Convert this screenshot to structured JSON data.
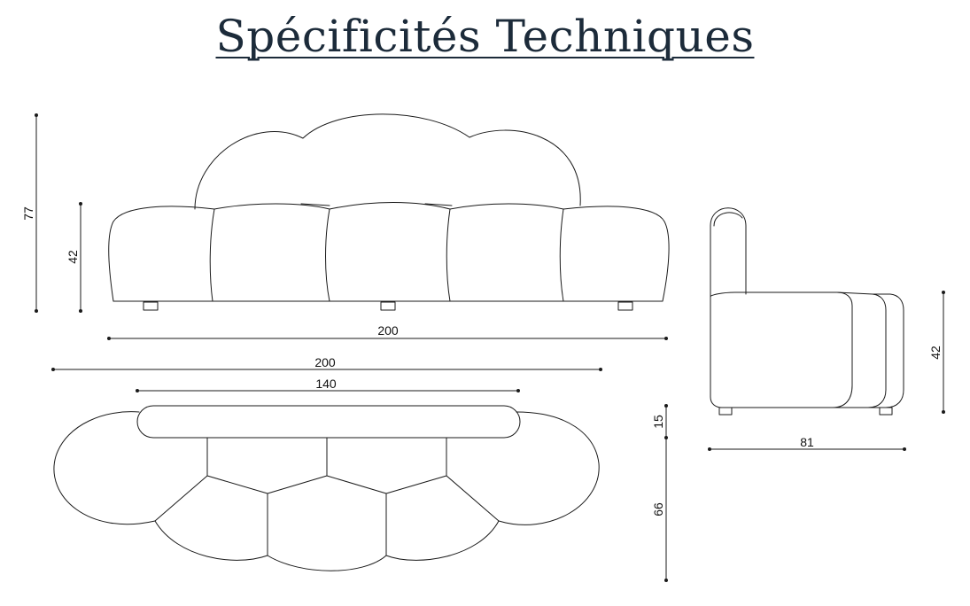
{
  "title": "Spécificités Techniques",
  "front_view": {
    "total_height": "77",
    "seat_height": "42",
    "width": "200"
  },
  "top_view": {
    "overall_width": "200",
    "backrest_width": "140",
    "backrest_depth": "15",
    "seat_depth": "66"
  },
  "side_view": {
    "seat_height": "42",
    "depth": "81"
  }
}
